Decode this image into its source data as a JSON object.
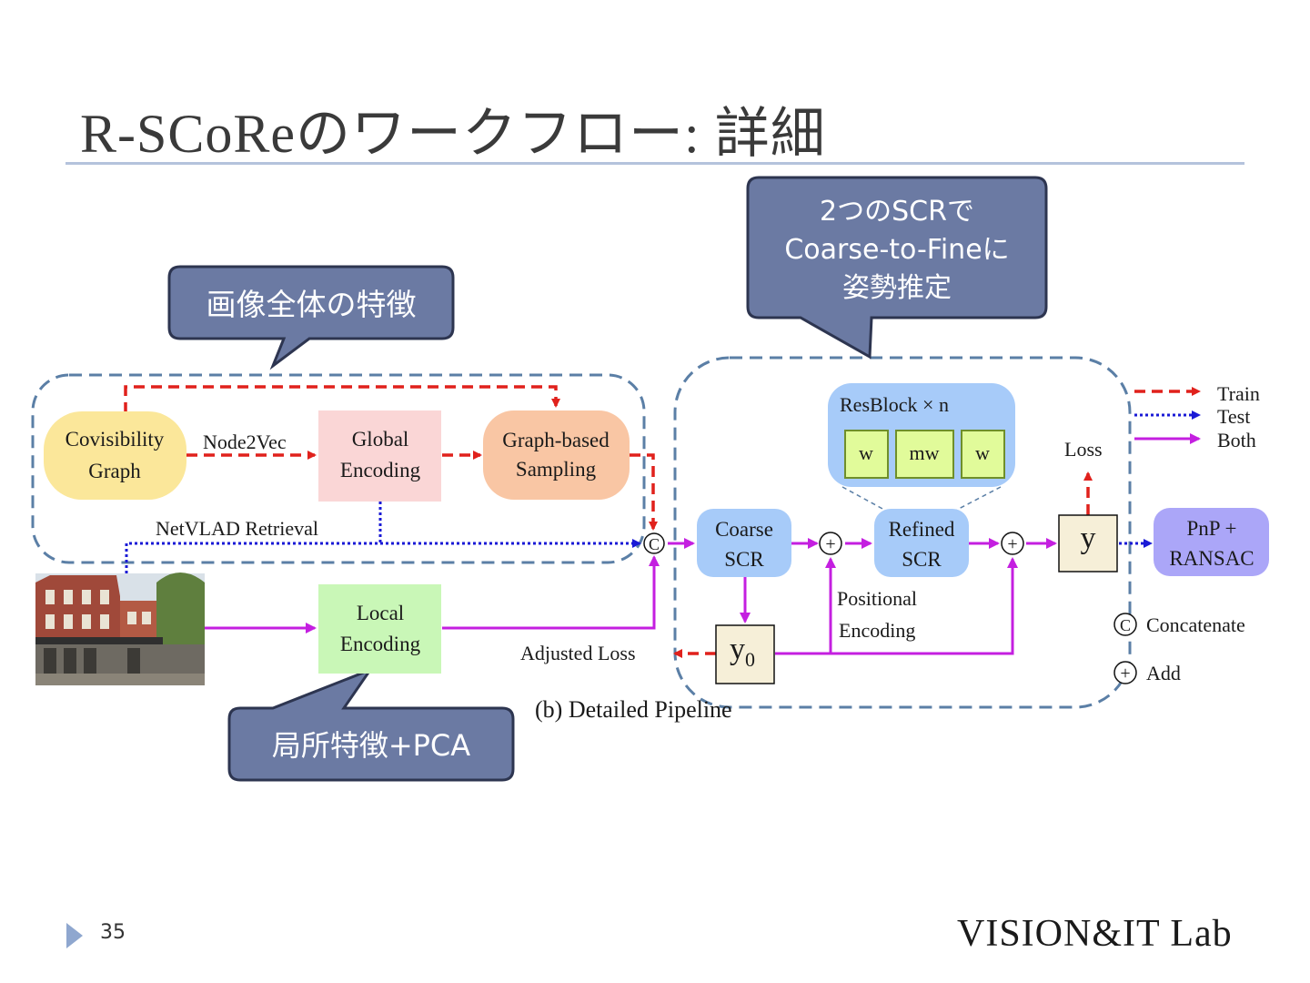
{
  "slide": {
    "title": "R-SCoReのワークフロー: 詳細",
    "page_number": "35",
    "lab_logo": "VISION&IT Lab"
  },
  "callouts": {
    "global": "画像全体の特徴",
    "scr_line1": "2つのSCRで",
    "scr_line2": "Coarse-to-Fineに",
    "scr_line3": "姿勢推定",
    "local": "局所特徴+PCA"
  },
  "nodes": {
    "covis_line1": "Covisibility",
    "covis_line2": "Graph",
    "global_line1": "Global",
    "global_line2": "Encoding",
    "sampling_line1": "Graph-based",
    "sampling_line2": "Sampling",
    "local_line1": "Local",
    "local_line2": "Encoding",
    "coarse_line1": "Coarse",
    "coarse_line2": "SCR",
    "refined_line1": "Refined",
    "refined_line2": "SCR",
    "resblock": "ResBlock × n",
    "w1": "w",
    "mw": "mw",
    "w2": "w",
    "y": "y",
    "y0": "y",
    "y0_sub": "0",
    "pnp_line1": "PnP +",
    "pnp_line2": "RANSAC",
    "concat_symbol": "C",
    "add_symbol": "+"
  },
  "edge_labels": {
    "node2vec": "Node2Vec",
    "netvlad": "NetVLAD Retrieval",
    "positional_line1": "Positional",
    "positional_line2": "Encoding",
    "adjusted_loss": "Adjusted Loss",
    "loss": "Loss"
  },
  "legend": {
    "train": "Train",
    "test": "Test",
    "both": "Both",
    "concatenate": "Concatenate",
    "add": "Add"
  },
  "caption": "(b) Detailed Pipeline",
  "colors": {
    "train": "#e0211c",
    "test": "#1a1ad6",
    "both": "#c41fe0",
    "callout": "#6b7aa3",
    "group_border": "#5b7fa6"
  }
}
